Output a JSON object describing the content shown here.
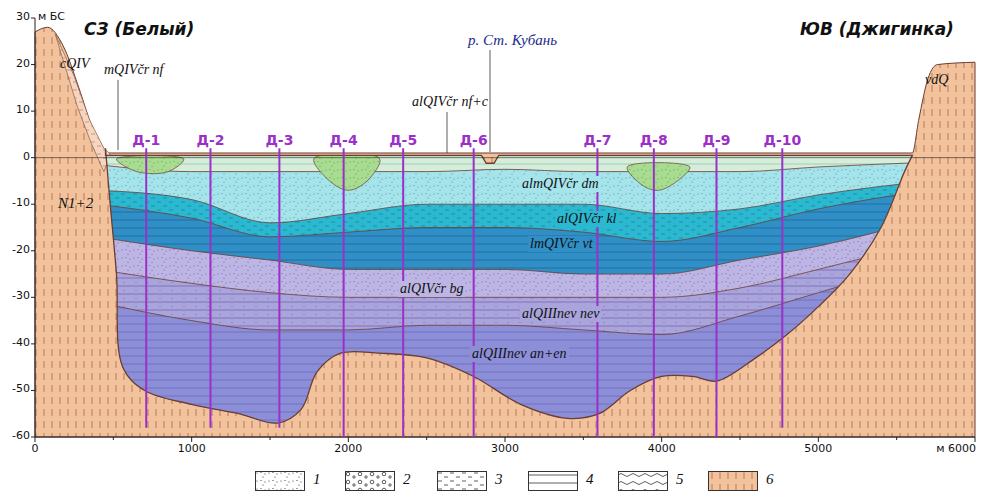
{
  "diagram": {
    "labels": [
      "м БС",
      "СЗ (Белый)",
      "ЮВ (Джигинка)",
      "cQIV",
      "mQIVčr nf",
      "N1+2",
      "alQIVčr nf+c",
      "р. Ст. Кубань",
      "almQIVčr dm",
      "alQIVčr kl",
      "lmQIVčr vt",
      "alQIVčr bg",
      "alQIIInev nev",
      "alQIIInev an+en",
      "vdQ",
      "Д-1",
      "Д-2",
      "Д-3",
      "Д-4",
      "Д-5",
      "Д-6",
      "Д-7",
      "Д-8",
      "Д-9",
      "Д-10",
      "30",
      "20",
      "10",
      "0",
      "-10",
      "-20",
      "-30",
      "-40",
      "-50",
      "-60",
      "0",
      "1000",
      "2000",
      "3000",
      "4000",
      "5000",
      "м 6000"
    ],
    "legend": [
      {
        "text": "1"
      },
      {
        "text": "2"
      },
      {
        "text": "3"
      },
      {
        "text": "4"
      },
      {
        "text": "5"
      },
      {
        "text": "6"
      }
    ]
  }
}
